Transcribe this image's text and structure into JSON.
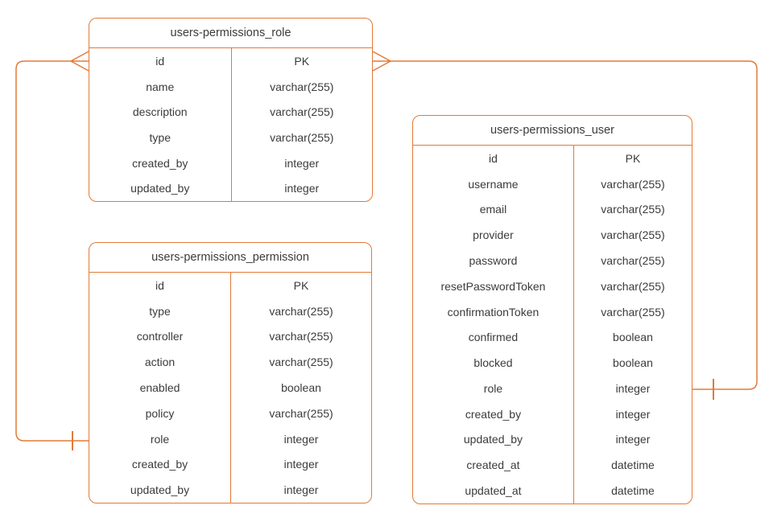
{
  "colors": {
    "accent": "#E07B39",
    "text": "#3B3B3B",
    "background": "#FFFFFF"
  },
  "diagram": {
    "tables": [
      {
        "title": "users-permissions_role",
        "fields": [
          {
            "name": "id",
            "type": "PK"
          },
          {
            "name": "name",
            "type": "varchar(255)"
          },
          {
            "name": "description",
            "type": "varchar(255)"
          },
          {
            "name": "type",
            "type": "varchar(255)"
          },
          {
            "name": "created_by",
            "type": "integer"
          },
          {
            "name": "updated_by",
            "type": "integer"
          }
        ]
      },
      {
        "title": "users-permissions_permission",
        "fields": [
          {
            "name": "id",
            "type": "PK"
          },
          {
            "name": "type",
            "type": "varchar(255)"
          },
          {
            "name": "controller",
            "type": "varchar(255)"
          },
          {
            "name": "action",
            "type": "varchar(255)"
          },
          {
            "name": "enabled",
            "type": "boolean"
          },
          {
            "name": "policy",
            "type": "varchar(255)"
          },
          {
            "name": "role",
            "type": "integer"
          },
          {
            "name": "created_by",
            "type": "integer"
          },
          {
            "name": "updated_by",
            "type": "integer"
          }
        ]
      },
      {
        "title": "users-permissions_user",
        "fields": [
          {
            "name": "id",
            "type": "PK"
          },
          {
            "name": "username",
            "type": "varchar(255)"
          },
          {
            "name": "email",
            "type": "varchar(255)"
          },
          {
            "name": "provider",
            "type": "varchar(255)"
          },
          {
            "name": "password",
            "type": "varchar(255)"
          },
          {
            "name": "resetPasswordToken",
            "type": "varchar(255)"
          },
          {
            "name": "confirmationToken",
            "type": "varchar(255)"
          },
          {
            "name": "confirmed",
            "type": "boolean"
          },
          {
            "name": "blocked",
            "type": "boolean"
          },
          {
            "name": "role",
            "type": "integer"
          },
          {
            "name": "created_by",
            "type": "integer"
          },
          {
            "name": "updated_by",
            "type": "integer"
          },
          {
            "name": "created_at",
            "type": "datetime"
          },
          {
            "name": "updated_at",
            "type": "datetime"
          }
        ]
      }
    ],
    "relationships": [
      {
        "from": "users-permissions_role.id",
        "to": "users-permissions_permission.role",
        "from_cardinality": "many",
        "to_cardinality": "one"
      },
      {
        "from": "users-permissions_role.id",
        "to": "users-permissions_user.role",
        "from_cardinality": "many",
        "to_cardinality": "one"
      }
    ]
  }
}
